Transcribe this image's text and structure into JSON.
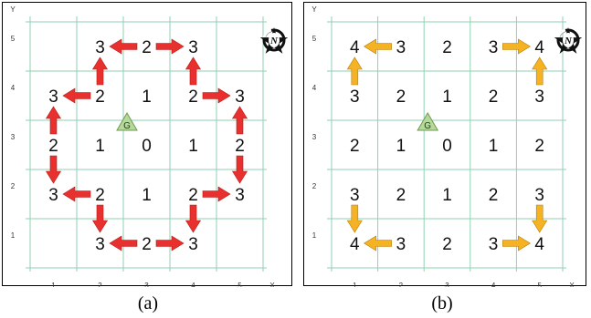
{
  "axes": {
    "x_label": "X",
    "y_label": "Y"
  },
  "x_ticks": [
    "1",
    "2",
    "3",
    "4",
    "5"
  ],
  "y_ticks": [
    "5",
    "4",
    "3",
    "2",
    "1"
  ],
  "goal": {
    "label": "G",
    "col": 3,
    "row": 3,
    "color": "#b5d99c",
    "stroke": "#6f9a4e"
  },
  "grid_color": "#8fd2b3",
  "panels": [
    {
      "id": "a",
      "caption": "(a)",
      "arrow_color": "#e8312e",
      "arrow_stroke": "#b71c1c",
      "values": [
        [
          "",
          "3",
          "2",
          "3",
          ""
        ],
        [
          "3",
          "2",
          "1",
          "2",
          "3"
        ],
        [
          "2",
          "1",
          "0",
          "1",
          "2"
        ],
        [
          "3",
          "2",
          "1",
          "2",
          "3"
        ],
        [
          "",
          "3",
          "2",
          "3",
          ""
        ]
      ],
      "arrows": [
        {
          "col": 2.5,
          "row": 1,
          "dir": "left"
        },
        {
          "col": 3.5,
          "row": 1,
          "dir": "right"
        },
        {
          "col": 2,
          "row": 1.5,
          "dir": "up"
        },
        {
          "col": 4,
          "row": 1.5,
          "dir": "up"
        },
        {
          "col": 1.5,
          "row": 2,
          "dir": "left"
        },
        {
          "col": 4.5,
          "row": 2,
          "dir": "right"
        },
        {
          "col": 1,
          "row": 2.5,
          "dir": "up"
        },
        {
          "col": 5,
          "row": 2.5,
          "dir": "up"
        },
        {
          "col": 1,
          "row": 3.5,
          "dir": "down"
        },
        {
          "col": 5,
          "row": 3.5,
          "dir": "down"
        },
        {
          "col": 1.5,
          "row": 4,
          "dir": "left"
        },
        {
          "col": 4.5,
          "row": 4,
          "dir": "right"
        },
        {
          "col": 2,
          "row": 4.5,
          "dir": "down"
        },
        {
          "col": 4,
          "row": 4.5,
          "dir": "down"
        },
        {
          "col": 2.5,
          "row": 5,
          "dir": "left"
        },
        {
          "col": 3.5,
          "row": 5,
          "dir": "right"
        }
      ]
    },
    {
      "id": "b",
      "caption": "(b)",
      "arrow_color": "#f5b324",
      "arrow_stroke": "#b77d07",
      "values": [
        [
          "4",
          "3",
          "2",
          "3",
          "4"
        ],
        [
          "3",
          "2",
          "1",
          "2",
          "3"
        ],
        [
          "2",
          "1",
          "0",
          "1",
          "2"
        ],
        [
          "3",
          "2",
          "1",
          "2",
          "3"
        ],
        [
          "4",
          "3",
          "2",
          "3",
          "4"
        ]
      ],
      "arrows": [
        {
          "col": 1.5,
          "row": 1,
          "dir": "left"
        },
        {
          "col": 4.5,
          "row": 1,
          "dir": "right"
        },
        {
          "col": 1,
          "row": 1.5,
          "dir": "up"
        },
        {
          "col": 5,
          "row": 1.5,
          "dir": "up"
        },
        {
          "col": 1,
          "row": 4.5,
          "dir": "down"
        },
        {
          "col": 5,
          "row": 4.5,
          "dir": "down"
        },
        {
          "col": 1.5,
          "row": 5,
          "dir": "left"
        },
        {
          "col": 4.5,
          "row": 5,
          "dir": "right"
        }
      ]
    }
  ],
  "compass": {
    "letter": "N"
  }
}
